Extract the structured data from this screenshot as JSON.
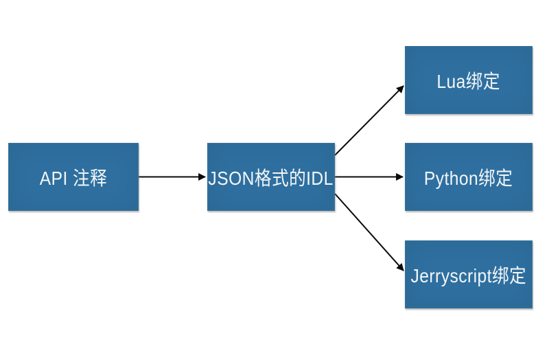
{
  "colors": {
    "background": "#ffffff",
    "node-fill": "#2e6f9f",
    "node-text": "#f3f6f8",
    "arrow": "#0a0a0a"
  },
  "diagram": {
    "type": "flowchart",
    "nodes": [
      {
        "id": "api-annotation",
        "label": "API 注释"
      },
      {
        "id": "json-idl",
        "label": "JSON格式的IDL"
      },
      {
        "id": "lua-binding",
        "label": "Lua绑定"
      },
      {
        "id": "python-binding",
        "label": "Python绑定"
      },
      {
        "id": "jerryscript-binding",
        "label": "Jerryscript绑定"
      }
    ],
    "edges": [
      {
        "from": "API 注释",
        "to": "JSON格式的IDL"
      },
      {
        "from": "JSON格式的IDL",
        "to": "Lua绑定"
      },
      {
        "from": "JSON格式的IDL",
        "to": "Python绑定"
      },
      {
        "from": "JSON格式的IDL",
        "to": "Jerryscript绑定"
      }
    ]
  }
}
